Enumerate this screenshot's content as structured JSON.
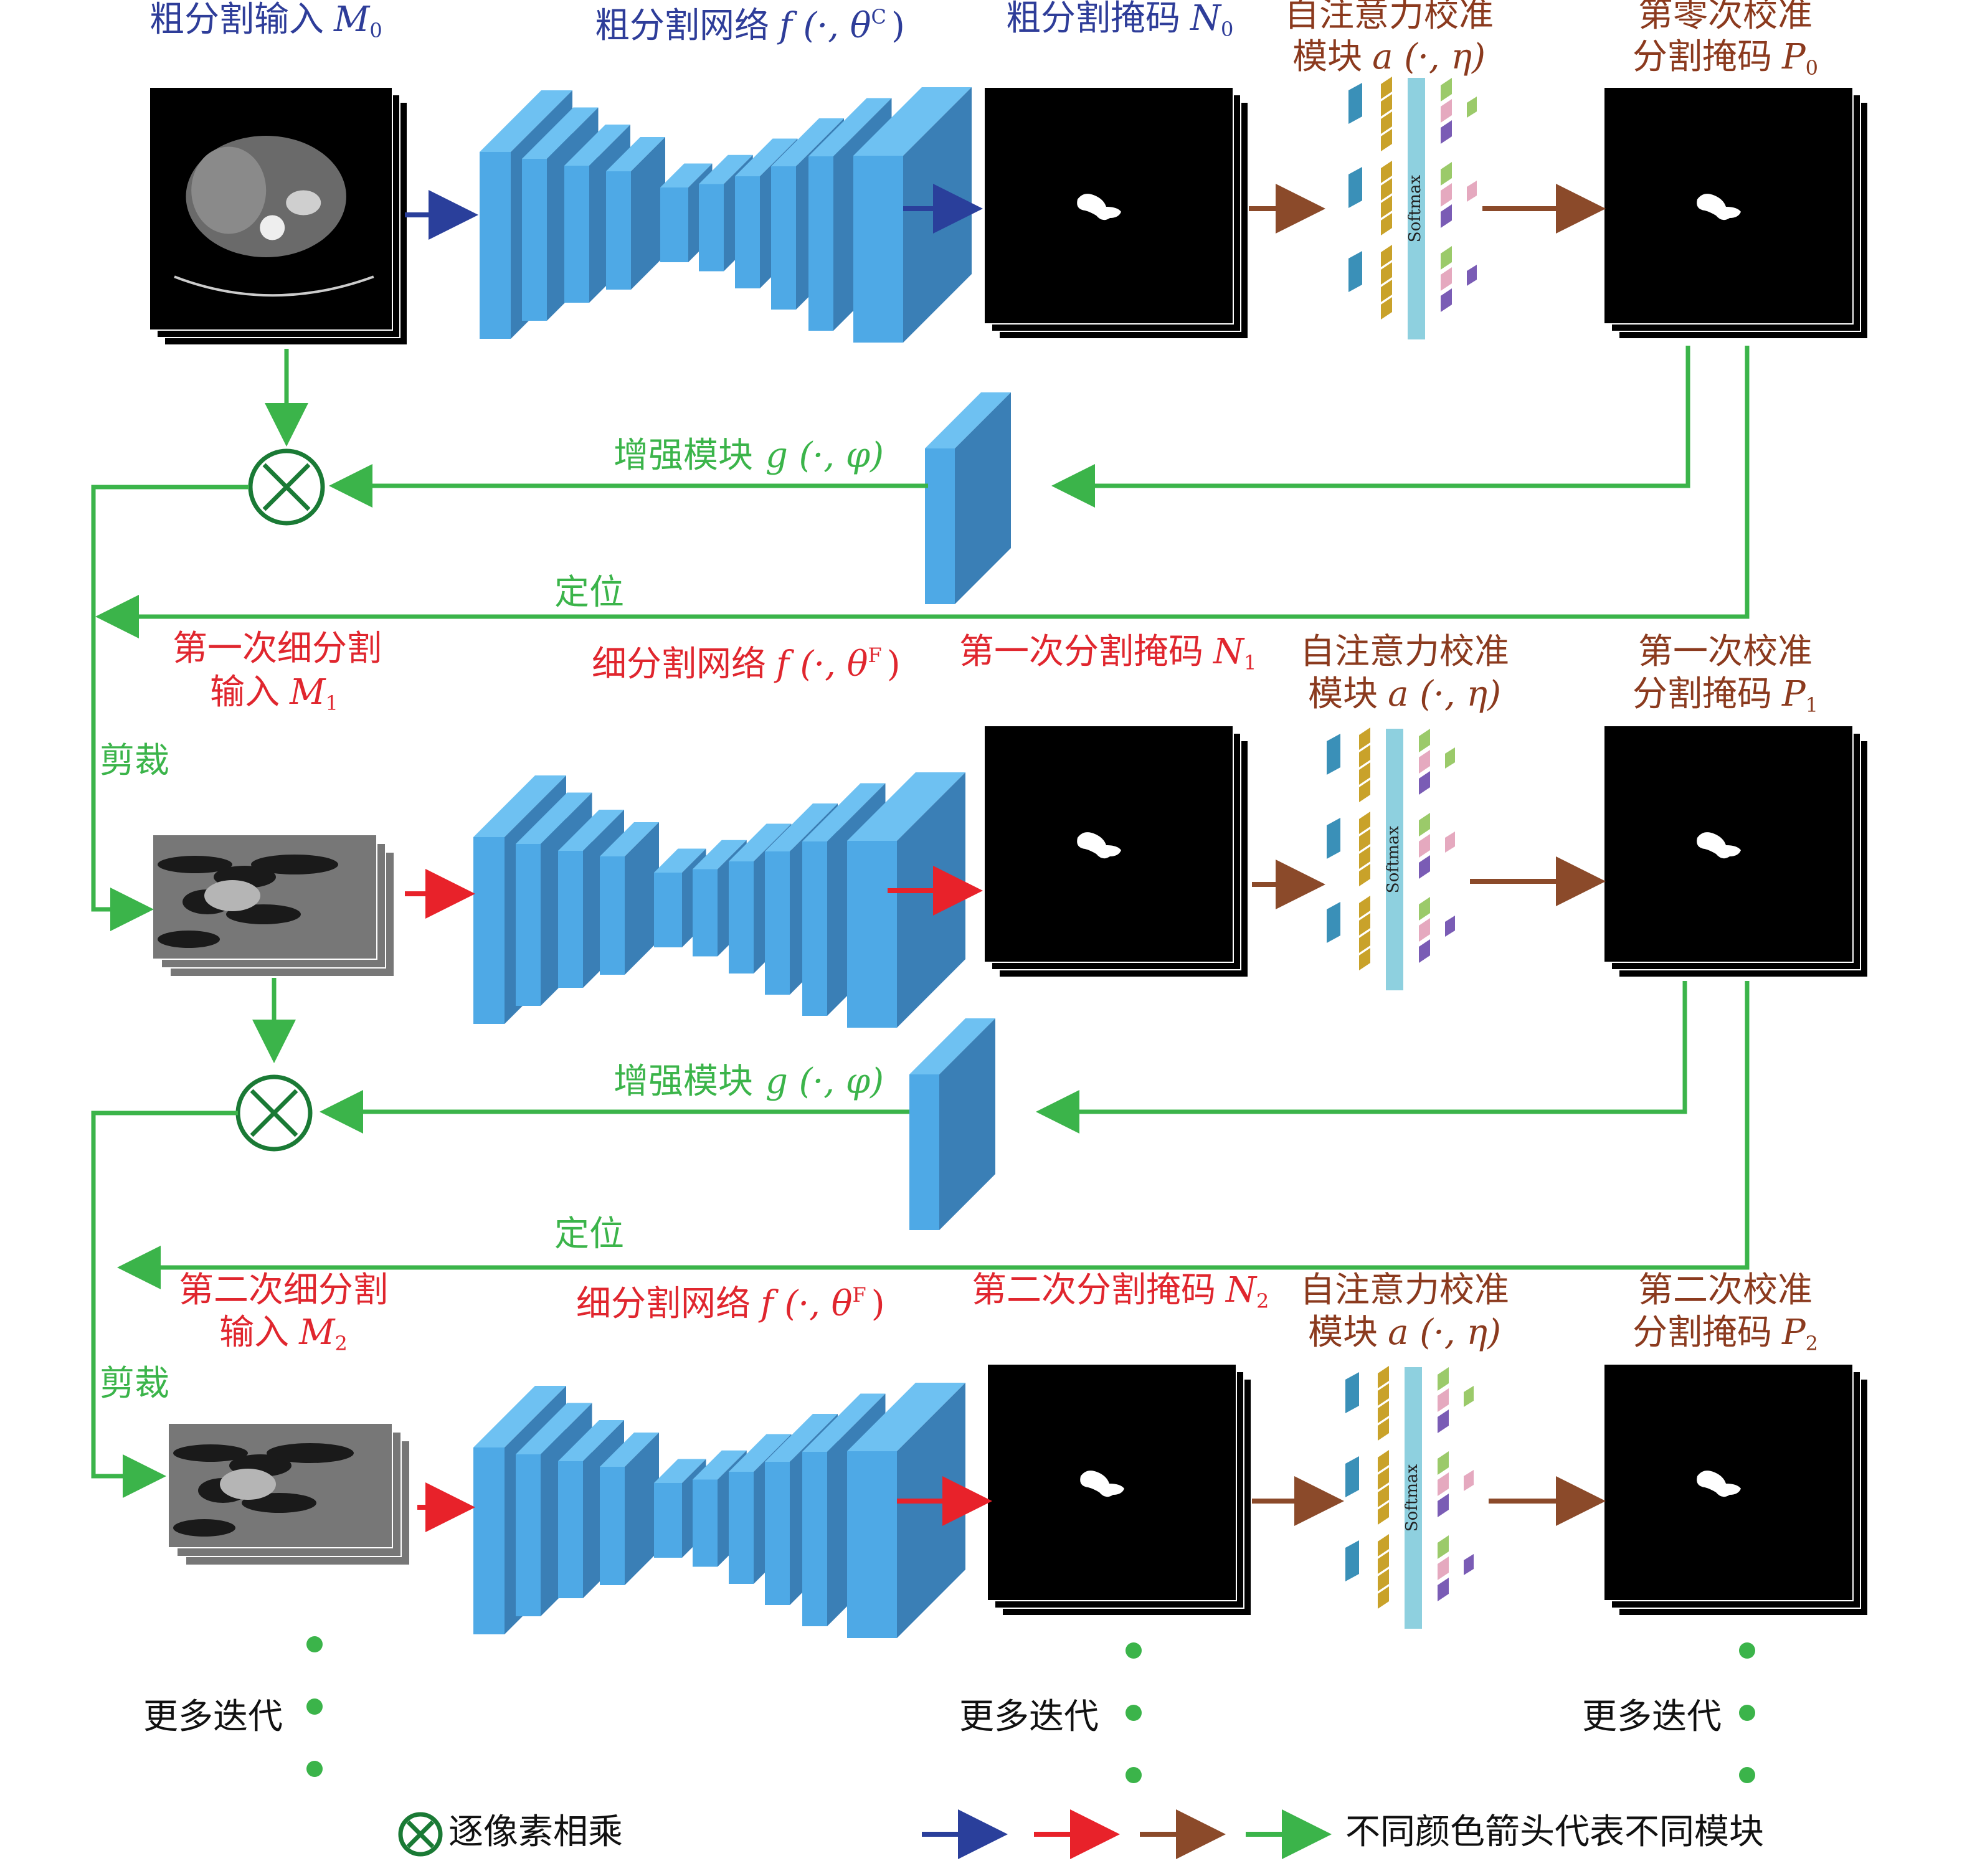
{
  "colors": {
    "blue_text": "#2e3d99",
    "red_text": "#e0262e",
    "brown_text": "#8b3a1e",
    "green": "#3bb44a",
    "green_dark": "#1a7a35",
    "arrow_blue": "#2a3f9b",
    "arrow_red": "#e8222a",
    "arrow_brown": "#8b4a2a",
    "block_front": "#4ea9e6",
    "block_top": "#6ec1f2",
    "block_side": "#3a7fb6"
  },
  "row0": {
    "input_title": "粗分割输入",
    "input_sym": "M",
    "input_sub": "0",
    "network_title": "粗分割网络",
    "network_formula": "f (·, θ",
    "network_sup": "C",
    "network_close": ")",
    "mask_title": "粗分割掩码",
    "mask_sym": "N",
    "mask_sub": "0",
    "attn_line1": "自注意力校准",
    "attn_line2": "模块",
    "attn_formula": "a (·, η)",
    "calib_line1": "第零次校准",
    "calib_line2": "分割掩码",
    "calib_sym": "P",
    "calib_sub": "0"
  },
  "row1": {
    "input_line1": "第一次细分割",
    "input_line2": "输入",
    "input_sym": "M",
    "input_sub": "1",
    "network_title": "细分割网络",
    "network_formula": "f (·, θ",
    "network_sup": "F",
    "network_close": ")",
    "mask_title": "第一次分割掩码",
    "mask_sym": "N",
    "mask_sub": "1",
    "attn_line1": "自注意力校准",
    "attn_line2": "模块",
    "attn_formula": "a (·, η)",
    "calib_line1": "第一次校准",
    "calib_line2": "分割掩码",
    "calib_sym": "P",
    "calib_sub": "1"
  },
  "row2": {
    "input_line1": "第二次细分割",
    "input_line2": "输入",
    "input_sym": "M",
    "input_sub": "2",
    "network_title": "细分割网络",
    "network_formula": "f (·, θ",
    "network_sup": "F",
    "network_close": ")",
    "mask_title": "第二次分割掩码",
    "mask_sym": "N",
    "mask_sub": "2",
    "attn_line1": "自注意力校准",
    "attn_line2": "模块",
    "attn_formula": "a (·, η)",
    "calib_line1": "第二次校准",
    "calib_line2": "分割掩码",
    "calib_sym": "P",
    "calib_sub": "2"
  },
  "enhance1": {
    "title": "增强模块",
    "formula": "g (·, φ)"
  },
  "enhance2": {
    "title": "增强模块",
    "formula": "g (·, φ)"
  },
  "locate1": "定位",
  "locate2": "定位",
  "crop1": "剪裁",
  "crop2": "剪裁",
  "softmax_label": "Softmax",
  "more_iter_left": "更多迭代",
  "more_iter_mid": "更多迭代",
  "more_iter_right": "更多迭代",
  "legend": {
    "multiply_label": "逐像素相乘",
    "arrows_label": "不同颜色箭头代表不同模块"
  }
}
